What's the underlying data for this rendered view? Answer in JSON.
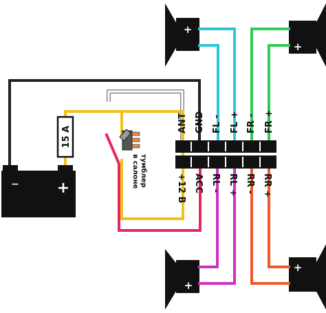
{
  "fuse": {
    "label": "15 A"
  },
  "switch": {
    "label_line1": "тумблер",
    "label_line2": "в салоне"
  },
  "connector": {
    "top_pins": [
      "ANT",
      "GND",
      "FL -",
      "FL +",
      "FR -",
      "FR +"
    ],
    "bottom_pins": [
      "+12 B",
      "ACC",
      "RL -",
      "RL +",
      "RR -",
      "RR +"
    ]
  },
  "battery": {
    "plus_symbol": "+",
    "minus_symbol": "−"
  },
  "speakers": {
    "plus_symbol": "+"
  },
  "colors": {
    "ground": "#222222",
    "constant_12v": "#f2c21a",
    "acc": "#e8285a",
    "front_left": "#2cc6d6",
    "front_right": "#2ecc55",
    "rear_left": "#d12fc4",
    "rear_right": "#f05a2a",
    "switch_contact": "#e58a4a"
  }
}
